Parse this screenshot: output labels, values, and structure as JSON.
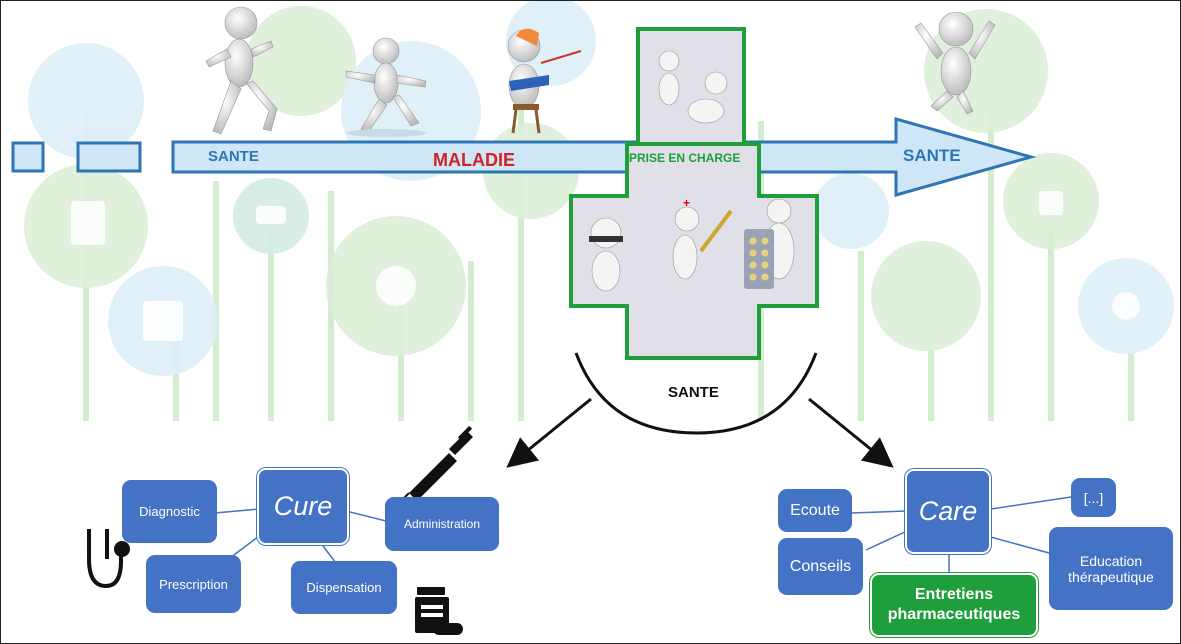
{
  "timeline": {
    "sante_1": "SANTE",
    "maladie": "MALADIE",
    "prise_en_charge": "PRISE EN CHARGE",
    "sante_end": "SANTE"
  },
  "bowl_label": "SANTE",
  "cure": {
    "center": "Cure",
    "items": [
      "Diagnostic",
      "Administration",
      "Prescription",
      "Dispensation"
    ]
  },
  "care": {
    "center": "Care",
    "items": [
      "Ecoute",
      "[...]",
      "Conseils",
      "Education thérapeutique"
    ],
    "highlight": "Entretiens pharmaceutiques"
  },
  "colors": {
    "accent_blue": "#4472C4",
    "arrow_fill": "#CFE6F6",
    "arrow_stroke": "#2E75B6",
    "green": "#1F9E3C",
    "maladie": "#D0232A"
  },
  "icons": [
    "stethoscope-icon",
    "syringe-icon",
    "pill-bottle-icon"
  ]
}
